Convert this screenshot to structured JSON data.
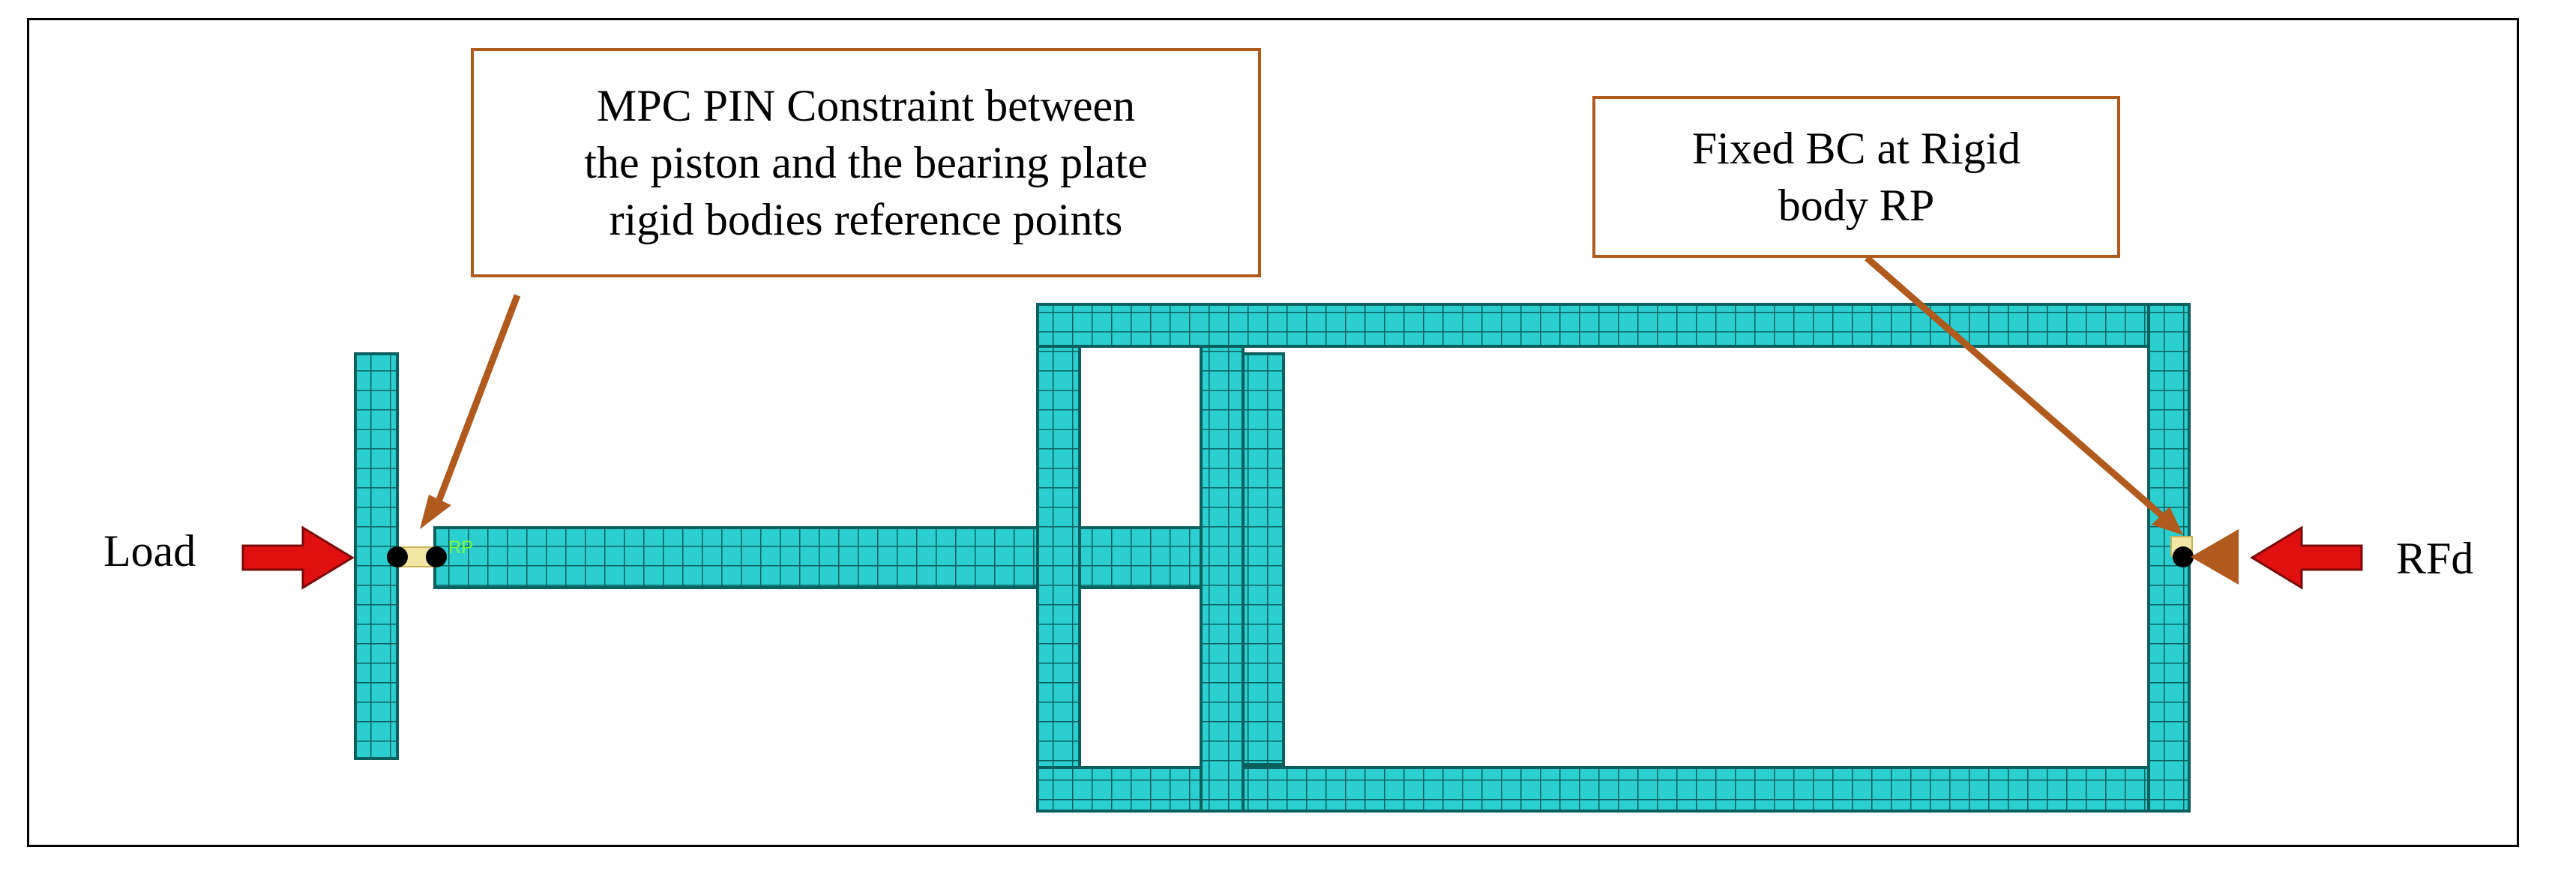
{
  "callouts": {
    "mpc": "MPC PIN Constraint between\nthe piston and the bearing plate\nrigid bodies reference points",
    "fixed": "Fixed BC at Rigid\nbody RP"
  },
  "labels": {
    "load": "Load",
    "rfd": "RFd",
    "rp_marker": "RP"
  },
  "colors": {
    "mesh_fill": "#2bcfcf",
    "mesh_grid": "#0a5f5f",
    "callout_border": "#b05a1e",
    "leader_arrow": "#b05a1e",
    "force_arrow": "#e01010",
    "rp_dot": "#000000",
    "rp_text": "#7dff3c",
    "bc_triangle": "#b05a1e"
  }
}
